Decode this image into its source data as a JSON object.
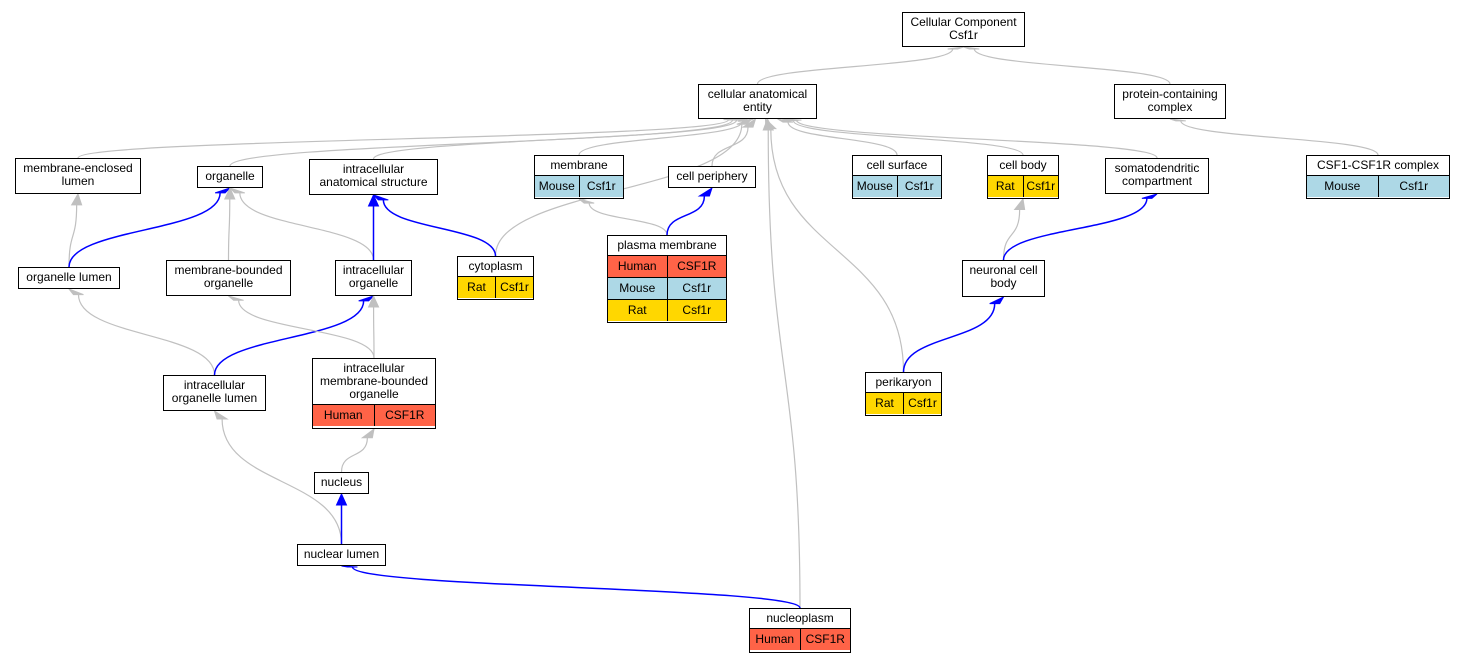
{
  "colors": {
    "human": "#ff6347",
    "mouse": "#add8e6",
    "rat": "#ffd700",
    "is_a_edge": "#c0c0c0",
    "part_of_edge": "#0000ff"
  },
  "nodes": {
    "root": {
      "label": "Cellular Component\nCsf1r",
      "rows": []
    },
    "cae": {
      "label": "cellular anatomical\nentity",
      "rows": []
    },
    "pcc": {
      "label": "protein-containing\ncomplex",
      "rows": []
    },
    "mel": {
      "label": "membrane-enclosed\nlumen",
      "rows": []
    },
    "org": {
      "label": "organelle",
      "rows": []
    },
    "ias": {
      "label": "intracellular\nanatomical structure",
      "rows": []
    },
    "mem": {
      "label": "membrane",
      "rows": [
        {
          "species": "Mouse",
          "gene": "Csf1r"
        }
      ]
    },
    "cper": {
      "label": "cell periphery",
      "rows": []
    },
    "csurf": {
      "label": "cell surface",
      "rows": [
        {
          "species": "Mouse",
          "gene": "Csf1r"
        }
      ]
    },
    "cbody": {
      "label": "cell body",
      "rows": [
        {
          "species": "Rat",
          "gene": "Csf1r"
        }
      ]
    },
    "somc": {
      "label": "somatodendritic\ncompartment",
      "rows": []
    },
    "csf": {
      "label": "CSF1-CSF1R complex",
      "rows": [
        {
          "species": "Mouse",
          "gene": "Csf1r"
        }
      ]
    },
    "orgl": {
      "label": "organelle lumen",
      "rows": []
    },
    "mbo": {
      "label": "membrane-bounded\norganelle",
      "rows": []
    },
    "io": {
      "label": "intracellular\norganelle",
      "rows": []
    },
    "cyto": {
      "label": "cytoplasm",
      "rows": [
        {
          "species": "Rat",
          "gene": "Csf1r"
        }
      ]
    },
    "pm": {
      "label": "plasma membrane",
      "rows": [
        {
          "species": "Human",
          "gene": "CSF1R"
        },
        {
          "species": "Mouse",
          "gene": "Csf1r"
        },
        {
          "species": "Rat",
          "gene": "Csf1r"
        }
      ]
    },
    "ncb": {
      "label": "neuronal cell\nbody",
      "rows": []
    },
    "iol": {
      "label": "intracellular\norganelle lumen",
      "rows": []
    },
    "imbo": {
      "label": "intracellular\nmembrane-bounded\norganelle",
      "rows": [
        {
          "species": "Human",
          "gene": "CSF1R"
        }
      ]
    },
    "peri": {
      "label": "perikaryon",
      "rows": [
        {
          "species": "Rat",
          "gene": "Csf1r"
        }
      ]
    },
    "nuc": {
      "label": "nucleus",
      "rows": []
    },
    "nl": {
      "label": "nuclear lumen",
      "rows": []
    },
    "np": {
      "label": "nucleoplasm",
      "rows": [
        {
          "species": "Human",
          "gene": "CSF1R"
        }
      ]
    }
  },
  "edges": [
    {
      "from": "cae",
      "to": "root",
      "rel": "is_a"
    },
    {
      "from": "pcc",
      "to": "root",
      "rel": "is_a"
    },
    {
      "from": "mel",
      "to": "cae",
      "rel": "is_a"
    },
    {
      "from": "org",
      "to": "cae",
      "rel": "is_a"
    },
    {
      "from": "ias",
      "to": "cae",
      "rel": "is_a"
    },
    {
      "from": "mem",
      "to": "cae",
      "rel": "is_a"
    },
    {
      "from": "cper",
      "to": "cae",
      "rel": "is_a"
    },
    {
      "from": "csurf",
      "to": "cae",
      "rel": "is_a"
    },
    {
      "from": "cbody",
      "to": "cae",
      "rel": "is_a"
    },
    {
      "from": "somc",
      "to": "cae",
      "rel": "is_a"
    },
    {
      "from": "cyto",
      "to": "cae",
      "rel": "is_a"
    },
    {
      "from": "peri",
      "to": "cae",
      "rel": "is_a"
    },
    {
      "from": "np",
      "to": "cae",
      "rel": "is_a"
    },
    {
      "from": "csf",
      "to": "pcc",
      "rel": "is_a"
    },
    {
      "from": "orgl",
      "to": "mel",
      "rel": "is_a"
    },
    {
      "from": "orgl",
      "to": "org",
      "rel": "part_of"
    },
    {
      "from": "mbo",
      "to": "org",
      "rel": "is_a"
    },
    {
      "from": "io",
      "to": "org",
      "rel": "is_a"
    },
    {
      "from": "io",
      "to": "ias",
      "rel": "part_of"
    },
    {
      "from": "cyto",
      "to": "ias",
      "rel": "part_of"
    },
    {
      "from": "pm",
      "to": "mem",
      "rel": "is_a"
    },
    {
      "from": "pm",
      "to": "cper",
      "rel": "part_of"
    },
    {
      "from": "ncb",
      "to": "cbody",
      "rel": "is_a"
    },
    {
      "from": "ncb",
      "to": "somc",
      "rel": "part_of"
    },
    {
      "from": "iol",
      "to": "orgl",
      "rel": "is_a"
    },
    {
      "from": "iol",
      "to": "io",
      "rel": "part_of"
    },
    {
      "from": "imbo",
      "to": "mbo",
      "rel": "is_a"
    },
    {
      "from": "imbo",
      "to": "io",
      "rel": "is_a"
    },
    {
      "from": "peri",
      "to": "ncb",
      "rel": "part_of"
    },
    {
      "from": "nuc",
      "to": "imbo",
      "rel": "is_a"
    },
    {
      "from": "nl",
      "to": "iol",
      "rel": "is_a"
    },
    {
      "from": "nl",
      "to": "nuc",
      "rel": "part_of"
    },
    {
      "from": "np",
      "to": "nl",
      "rel": "part_of"
    }
  ]
}
